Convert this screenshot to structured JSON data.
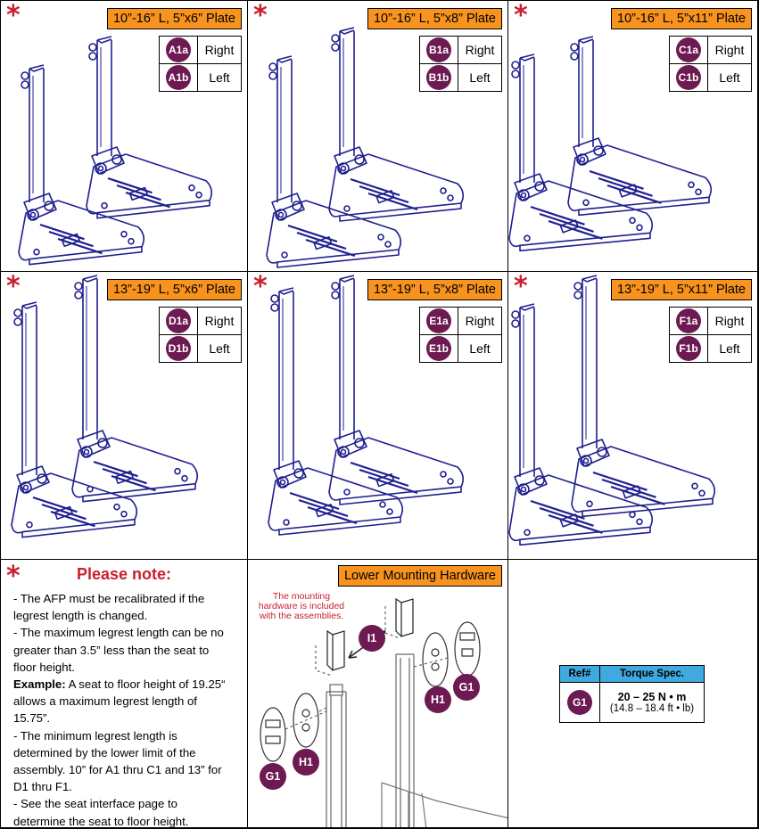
{
  "panels": [
    {
      "title": "10”-16” L, 5”x6” Plate",
      "refs": [
        {
          "badge": "A1a",
          "side": "Right"
        },
        {
          "badge": "A1b",
          "side": "Left"
        }
      ]
    },
    {
      "title": "10”-16” L, 5”x8” Plate",
      "refs": [
        {
          "badge": "B1a",
          "side": "Right"
        },
        {
          "badge": "B1b",
          "side": "Left"
        }
      ]
    },
    {
      "title": "10”-16” L, 5”x11” Plate",
      "refs": [
        {
          "badge": "C1a",
          "side": "Right"
        },
        {
          "badge": "C1b",
          "side": "Left"
        }
      ]
    },
    {
      "title": "13”-19” L, 5”x6” Plate",
      "refs": [
        {
          "badge": "D1a",
          "side": "Right"
        },
        {
          "badge": "D1b",
          "side": "Left"
        }
      ]
    },
    {
      "title": "13”-19” L, 5”x8” Plate",
      "refs": [
        {
          "badge": "E1a",
          "side": "Right"
        },
        {
          "badge": "E1b",
          "side": "Left"
        }
      ]
    },
    {
      "title": "13”-19” L, 5”x11” Plate",
      "refs": [
        {
          "badge": "F1a",
          "side": "Right"
        },
        {
          "badge": "F1b",
          "side": "Left"
        }
      ]
    }
  ],
  "star_symbol": "*",
  "note": {
    "title": "Please note:",
    "lines": [
      {
        "bold": "",
        "text": "- The AFP must be recalibrated if the legrest length is changed."
      },
      {
        "bold": "",
        "text": "- The maximum legrest length can be no greater than 3.5” less than the seat to floor height."
      },
      {
        "bold": "Example:",
        "text": " A seat to floor height of 19.25“ allows a maximum legrest length of 15.75”."
      },
      {
        "bold": "",
        "text": "- The minimum legrest length is determined by the lower limit of the assembly. 10” for A1 thru C1 and 13” for D1 thru F1."
      },
      {
        "bold": "",
        "text": "- See the seat interface page to determine the seat to floor height."
      }
    ]
  },
  "hardware": {
    "title": "Lower Mounting Hardware",
    "caption": "The mounting hardware is included with the assemblies.",
    "labels": {
      "i1": "I1",
      "h1_top": "H1",
      "g1_top": "G1",
      "h1_bot": "H1",
      "g1_bot": "G1"
    }
  },
  "torque": {
    "col_ref": "Ref#",
    "col_spec": "Torque Spec.",
    "ref": "G1",
    "value_metric": "20 – 25 N • m",
    "value_imperial": "(14.8 – 18.4 ft • lb)"
  },
  "colors": {
    "line": "#1f1f8f",
    "title_bg": "#f7931e",
    "badge": "#6d1a52",
    "star": "#c8202e",
    "torque_header": "#3fa9e0"
  }
}
